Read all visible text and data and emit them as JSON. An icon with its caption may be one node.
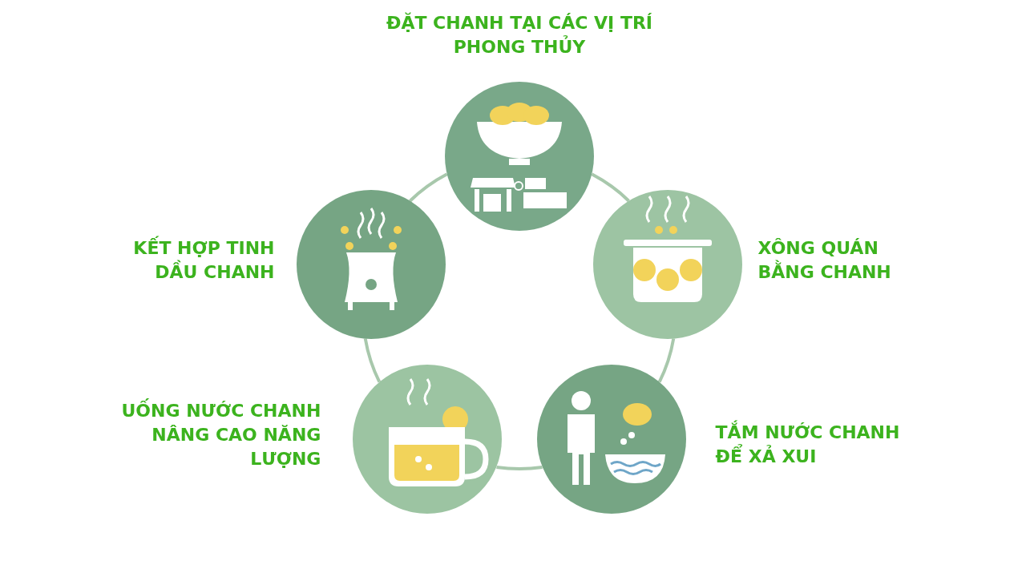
{
  "diagram": {
    "nodes": [
      {
        "text": [
          "ĐẶT CHANH TẠI CÁC VỊ TRÍ PHONG THỦY"
        ]
      },
      {
        "text": [
          "XÔNG QUÁN BẰNG CHANH"
        ]
      },
      {
        "text": [
          "TẮM NƯỚC CHANH ĐỂ XẢ XUI"
        ]
      },
      {
        "text": [
          "UỐNG NƯỚC CHANH NÂNG CAO NĂNG LƯỢNG"
        ]
      },
      {
        "text": [
          "KẾT HỢP TINH DẦU CHANH"
        ]
      }
    ],
    "edges": [
      {
        "from": 0,
        "to": 1,
        "arrow": "none"
      },
      {
        "from": 1,
        "to": 2,
        "arrow": "none"
      },
      {
        "from": 2,
        "to": 3,
        "arrow": "none"
      },
      {
        "from": 3,
        "to": 4,
        "arrow": "none"
      },
      {
        "from": 4,
        "to": 0,
        "arrow": "none"
      }
    ]
  }
}
